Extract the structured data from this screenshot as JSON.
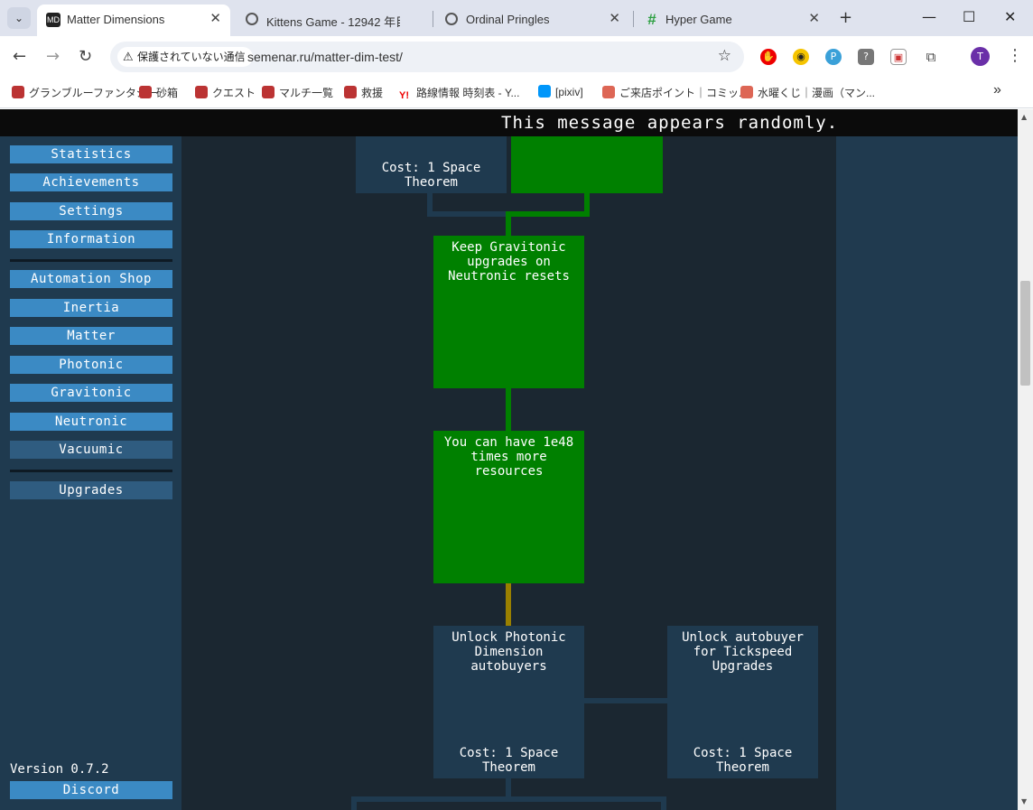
{
  "browser": {
    "tabs": [
      {
        "title": "Matter Dimensions",
        "favicon": "MD",
        "active": true
      },
      {
        "title": "Kittens Game - 12942 年目",
        "favicon": "globe-icon",
        "active": false
      },
      {
        "title": "Ordinal Pringles",
        "favicon": "globe-icon",
        "active": false
      },
      {
        "title": "Hyper Game",
        "favicon": "#",
        "active": false
      }
    ],
    "address": {
      "security_label": "保護されていない通信",
      "url": "semenar.ru/matter-dim-test/"
    },
    "profile_initial": "T",
    "bookmarks": [
      "グランブルーファンタジー",
      "砂箱",
      "クエスト",
      "マルチ一覧",
      "救援",
      "路線情報 時刻表 - Y...",
      "[pixiv]",
      "ご来店ポイント｜コミッ...",
      "水曜くじ｜漫画（マン..."
    ]
  },
  "game": {
    "news": "This message appears randomly.",
    "sidebar": {
      "group1": [
        "Statistics",
        "Achievements",
        "Settings",
        "Information"
      ],
      "group2": [
        "Automation Shop",
        "Inertia",
        "Matter",
        "Photonic",
        "Gravitonic",
        "Neutronic",
        "Vacuumic"
      ],
      "group3": [
        "Upgrades"
      ],
      "version": "Version 0.7.2",
      "discord": "Discord"
    },
    "tree": {
      "top_left_cost": "Cost: 1 Space Theorem",
      "keep_gravitonic": "Keep Gravitonic upgrades on Neutronic resets",
      "resources": "You can have 1e48 times more resources",
      "photonic_autobuyers": {
        "desc": "Unlock Photonic Dimension autobuyers",
        "cost": "Cost: 1 Space Theorem"
      },
      "tickspeed_autobuyer": {
        "desc": "Unlock autobuyer for Tickspeed Upgrades",
        "cost": "Cost: 1 Space Theorem"
      }
    }
  }
}
